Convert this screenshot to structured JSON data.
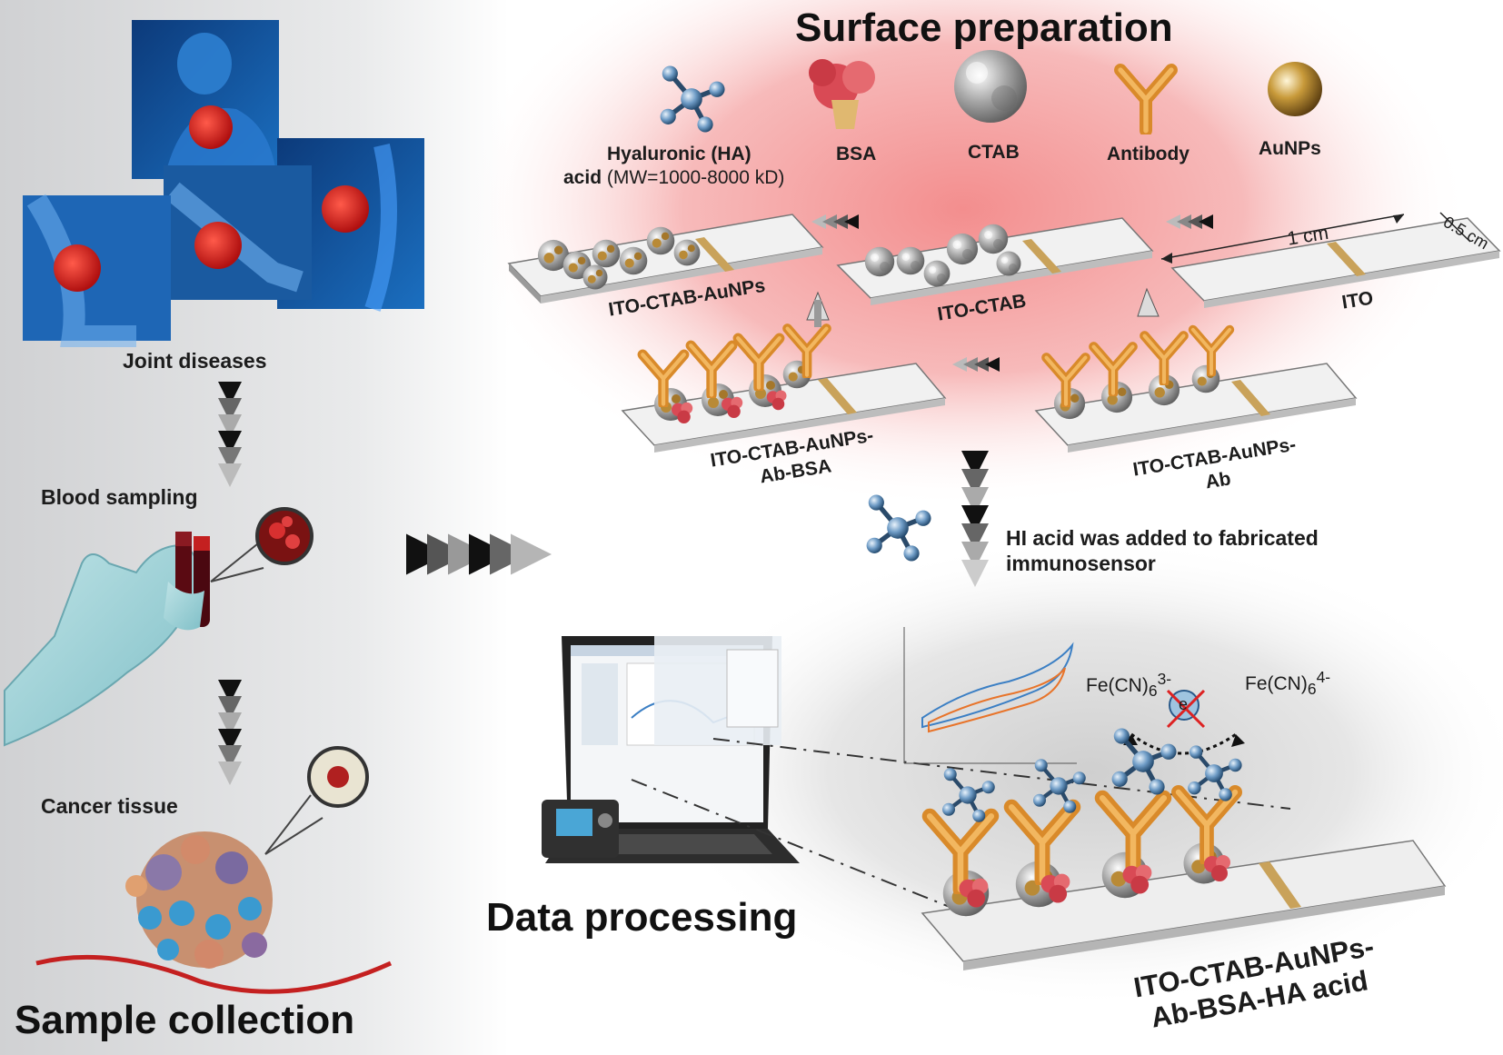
{
  "titles": {
    "surface_preparation": "Surface preparation",
    "data_processing": "Data processing",
    "sample_collection": "Sample collection"
  },
  "samples": {
    "joint": "Joint diseases",
    "blood": "Blood sampling",
    "cancer": "Cancer tissue"
  },
  "reagents": {
    "ha_line1": "Hyaluronic (HA)",
    "ha_line2_bold": "acid",
    "ha_line2_mw": "(MW=1000-8000 kD)",
    "bsa": "BSA",
    "ctab": "CTAB",
    "antibody": "Antibody",
    "aunps": "AuNPs"
  },
  "electrodes": {
    "ito": "ITO",
    "ito_ctab": "ITO-CTAB",
    "ito_ctab_aunps": "ITO-CTAB-AuNPs",
    "ab_line1": "ITO-CTAB-AuNPs-",
    "ab_line2": "Ab",
    "bsa_line1": "ITO-CTAB-AuNPs-",
    "bsa_line2": "Ab-BSA",
    "final_line1": "ITO-CTAB-AuNPs-",
    "final_line2": "Ab-BSA-HA acid"
  },
  "dimensions": {
    "length": "1 cm",
    "width": "0.5 cm"
  },
  "step_note": {
    "line1": "HI acid was added to fabricated",
    "line2": "immunosensor"
  },
  "redox": {
    "ox": "Fe(CN)",
    "ox_sub": "6",
    "ox_sup": "3-",
    "red": "Fe(CN)",
    "red_sub": "6",
    "red_sup": "4-",
    "electron": "e"
  },
  "colors": {
    "gold_strip": "#c9a25a",
    "glow": "#f4a0a0",
    "antibody": "#d98a2a",
    "bsa": "#d94a55",
    "ha_node": "#4a7fb0",
    "cv_blue": "#3b7fc4",
    "cv_orange": "#e8742a"
  }
}
